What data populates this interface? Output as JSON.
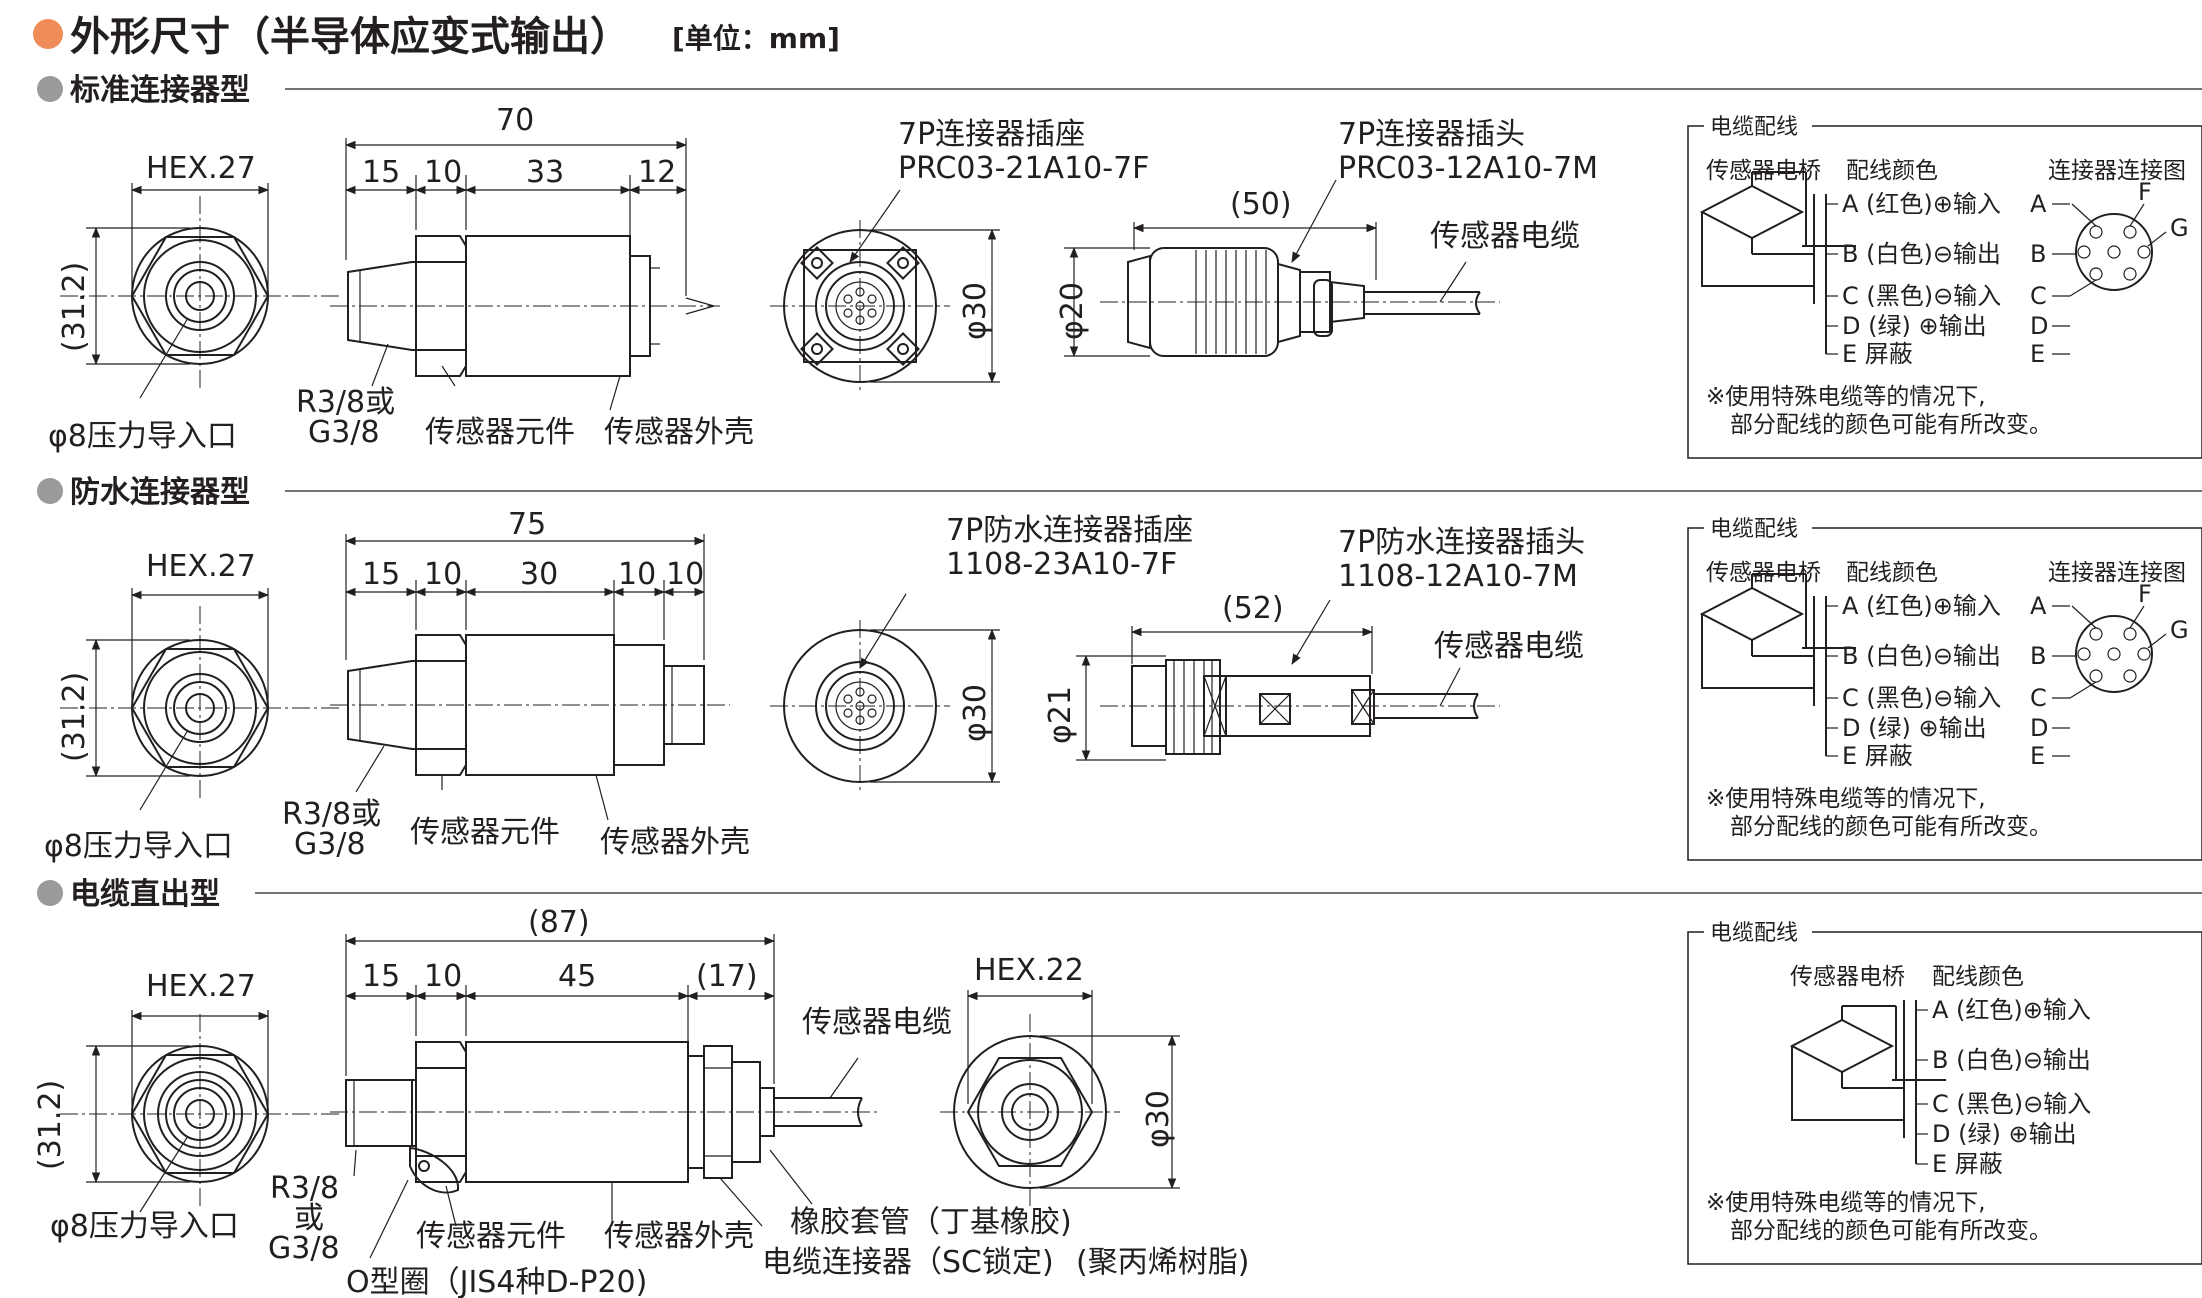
{
  "header": {
    "title": "外形尺寸（半导体应变式输出）",
    "unit": "[单位：mm]",
    "accent_color": "#f08c5a",
    "bullet_gray": "#9a9a9a"
  },
  "common": {
    "hex27": "HEX.27",
    "dia312": "(31.2)",
    "port": "φ8压力导入口",
    "thread": "R3/8或\nG3/8",
    "element": "传感器元件",
    "housing": "传感器外壳",
    "cable": "传感器电缆",
    "note1": "※使用特殊电缆等的情况下,",
    "note2": "部分配线的颜色可能有所改变。",
    "wiring_title": "电缆配线",
    "bridge": "传感器电桥",
    "colors": "配线颜色",
    "conn_diagram": "连接器连接图",
    "rows": [
      {
        "text": "A (红色)⊕输入",
        "pin": "A"
      },
      {
        "text": "B (白色)⊖输出",
        "pin": "B"
      },
      {
        "text": "C (黑色)⊖输入",
        "pin": "C"
      },
      {
        "text": "D (绿)   ⊕输出",
        "pin": "D"
      },
      {
        "text": "E 屏蔽",
        "pin": "E"
      }
    ],
    "pin_f": "F",
    "pin_g": "G"
  },
  "s1": {
    "title": "标准连接器型",
    "total": "70",
    "d1": "15",
    "d2": "10",
    "d3": "33",
    "d4": "12",
    "socket": "7P连接器插座",
    "socket_pn": "PRC03-21A10-7F",
    "plug": "7P连接器插头",
    "plug_pn": "PRC03-12A10-7M",
    "plug_len": "(50)",
    "dia_face": "φ30",
    "dia_plug": "φ20"
  },
  "s2": {
    "title": "防水连接器型",
    "total": "75",
    "d1": "15",
    "d2": "10",
    "d3": "30",
    "d4": "10",
    "d5": "10",
    "socket": "7P防水连接器插座",
    "socket_pn": "1108-23A10-7F",
    "plug": "7P防水连接器插头",
    "plug_pn": "1108-12A10-7M",
    "plug_len": "(52)",
    "dia_face": "φ30",
    "dia_plug": "φ21"
  },
  "s3": {
    "title": "电缆直出型",
    "total": "(87)",
    "d1": "15",
    "d2": "10",
    "d3": "45",
    "d4": "(17)",
    "hex22": "HEX.22",
    "dia_face": "φ30",
    "thread1": "R3/8",
    "thread2": "或",
    "thread3": "G3/8",
    "oring": "O型圈（JIS4种D-P20)",
    "bushing": "橡胶套管（丁基橡胶)",
    "cable_conn": "电缆连接器（SC锁定)",
    "resin": "(聚丙烯树脂)"
  }
}
